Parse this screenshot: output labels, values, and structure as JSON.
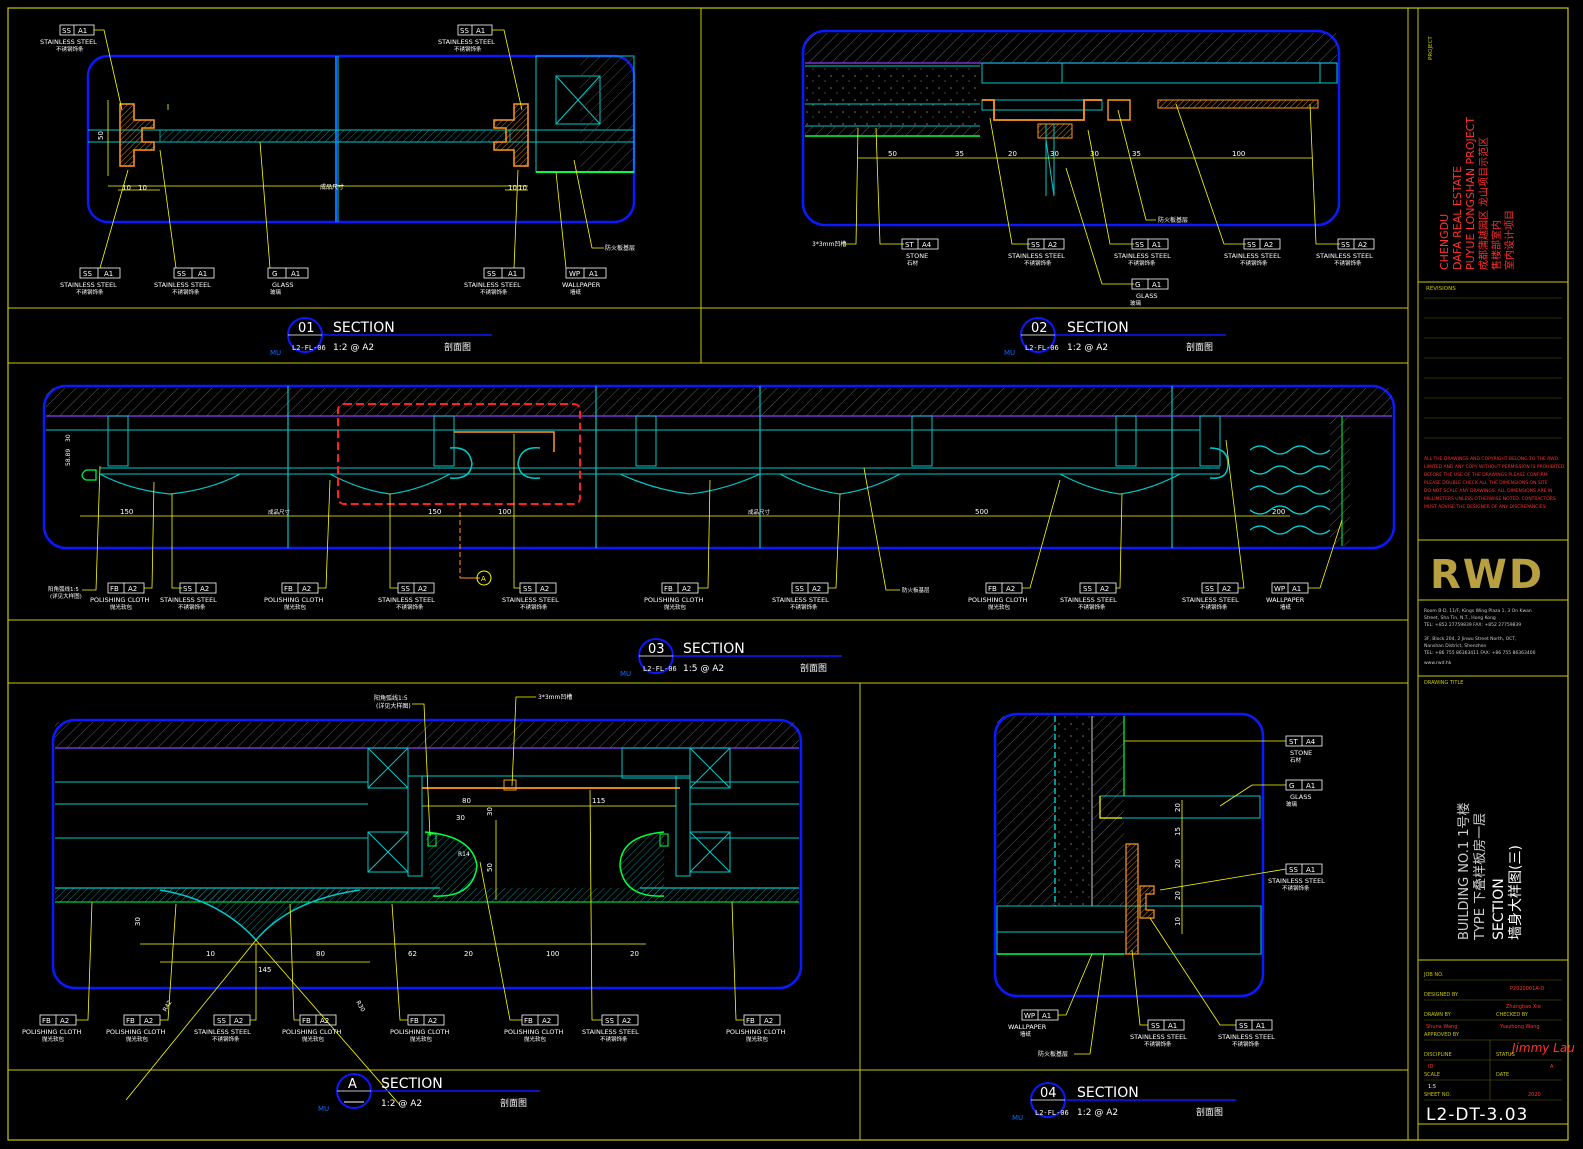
{
  "sections": [
    {
      "id": "01",
      "tag": "SECTION",
      "ref": "L2-FL-06",
      "scale": "1:2 @ A2",
      "cn": "剖面图",
      "mu": "MU"
    },
    {
      "id": "02",
      "tag": "SECTION",
      "ref": "L2-FL-06",
      "scale": "1:2 @ A2",
      "cn": "剖面图",
      "mu": "MU"
    },
    {
      "id": "03",
      "tag": "SECTION",
      "ref": "L2-FL-06",
      "scale": "1:5 @ A2",
      "cn": "剖面图",
      "mu": "MU"
    },
    {
      "id": "A",
      "tag": "SECTION",
      "ref": "",
      "scale": "1:2 @ A2",
      "cn": "剖面图",
      "mu": "MU"
    },
    {
      "id": "04",
      "tag": "SECTION",
      "ref": "L2-FL-06",
      "scale": "1:2 @ A2",
      "cn": "剖面图",
      "mu": "MU"
    }
  ],
  "materials": {
    "ss": {
      "code": "SS",
      "ref": "A1",
      "name": "STAINLESS STEEL",
      "cn": "不锈钢饰条"
    },
    "ss2": {
      "code": "SS",
      "ref": "A2",
      "name": "STAINLESS STEEL",
      "cn": "不锈钢饰条"
    },
    "g": {
      "code": "G",
      "ref": "A1",
      "name": "GLASS",
      "cn": "玻璃"
    },
    "wp": {
      "code": "WP",
      "ref": "A1",
      "name": "WALLPAPER",
      "cn": "墙纸"
    },
    "st": {
      "code": "ST",
      "ref": "A4",
      "name": "STONE",
      "cn": "石材"
    },
    "fb": {
      "code": "FB",
      "ref": "A2",
      "name": "POLISHING CLOTH",
      "cn": "抛光软包"
    }
  },
  "s01": {
    "dims": [
      "10",
      "10",
      "10",
      "10",
      "50",
      "成品尺寸"
    ],
    "callouts": [
      "防火板基层"
    ]
  },
  "s02": {
    "dims": [
      "50",
      "35",
      "20",
      "30",
      "30",
      "35",
      "100"
    ],
    "callouts": [
      "3*3mm凹槽",
      "防火板基层"
    ],
    "glass": {
      "code": "G",
      "ref": "A1",
      "name": "GLASS",
      "cn": "玻璃"
    }
  },
  "s03": {
    "dims": [
      "150",
      "150",
      "100",
      "500",
      "200",
      "30",
      "58.89"
    ],
    "callouts": [
      "阳角弧线1:5",
      "(详见大样图)",
      "成品尺寸",
      "成品尺寸",
      "防火板基层"
    ]
  },
  "sA": {
    "dims": [
      "80",
      "115",
      "30",
      "30",
      "50",
      "30",
      "10",
      "80",
      "145",
      "62",
      "20",
      "100",
      "20",
      "R14",
      "R42",
      "R30"
    ],
    "callouts": [
      "阳角弧线1:5",
      "(详见大样图)",
      "3*3mm凹槽"
    ]
  },
  "s04": {
    "dims": [
      "20",
      "15",
      "20",
      "20",
      "10"
    ],
    "callouts": [
      "防火板基层"
    ]
  },
  "titleblock": {
    "project_label": "PROJECT",
    "client1": "CHENGDU",
    "client2": "DAFA REAL ESTATE",
    "client3": "PUYUE LONGSHAN PROJECT",
    "client_cn1": "成都蒲越园区 龙山项目示范区",
    "client_cn2": "售楼部室内",
    "client_cn3": "室内设计项目",
    "revisions": "REVISIONS",
    "notes": [
      "ALL THE DRAWINGS AND COPYRIGHT BELONG TO THE RWD",
      "LIMITED AND ANY COPY WITHOUT PERMISSION IS PROHIBITED",
      "BEFORE THE USE OF THE DRAWINGS PLEASE CONFIRM",
      "PLEASE DOUBLE CHECK ALL THE DIMENSIONS ON SITE",
      "DO NOT SCALE ANY DRAWINGS. ALL DIMENSIONS ARE IN",
      "MILLIMETERS UNLESS OTHERWISE NOTED. CONTRACTORS",
      "MUST ADVISE THE DESIGNER OF ANY DISCREPANCIES"
    ],
    "logo": "RWD",
    "address1": "Room B-D, 11/F, Kings Wing Plaza 1, 3 On Kwan",
    "address2": "Street, Sha Tin, N.T., Hong Kong",
    "phone1": "TEL: +852 27759839    FAX: +852 27759839",
    "address3": "3F, Block 204, 2 Jinwu Street North, OCT,",
    "address4": "Nanshan District, Shenzhen",
    "phone2": "TEL: +86 755 86363411    FAX: +86 755 86363400",
    "web": "www.rwd.hk",
    "drawing_title_label": "DRAWING TITLE",
    "building": "BUILDING NO.1 1号楼",
    "type": "TYPE 下叠样板房一层",
    "section_en": "SECTION",
    "section_cn": "墙身大样图(三)",
    "job_no_label": "JOB NO.",
    "job_no": "P2020001A-D",
    "designed_by_label": "DESIGNED BY",
    "designed_by": "Zhanghao Xie",
    "drawn_by_label": "DRAWN BY",
    "drawn_by": "Shuna Wang",
    "checked_by_label": "CHECKED BY",
    "checked_by": "Yuezhong Wang",
    "approved_by_label": "APPROVED BY",
    "approver_sig": "Jimmy Lau",
    "discipline_label": "DISCIPLINE",
    "discipline": "ID",
    "status_label": "STATUS",
    "status": "A",
    "scale_label": "SCALE",
    "scale": "1:5",
    "date_label": "DATE",
    "date": "2020",
    "sheet_no_label": "SHEET NO.",
    "sheet_no": "L2-DT-3.03"
  },
  "colors": {
    "bg": "#000000",
    "frame": "#c8c800",
    "blue": "#0a1aff",
    "cyan": "#00e0e0",
    "yellow": "#ffff00",
    "orange": "#ff9a1a",
    "red": "#ff2020",
    "green": "#00ff40",
    "grey": "#8a8a8a",
    "purple": "#8b3dff",
    "white": "#ffffff"
  }
}
